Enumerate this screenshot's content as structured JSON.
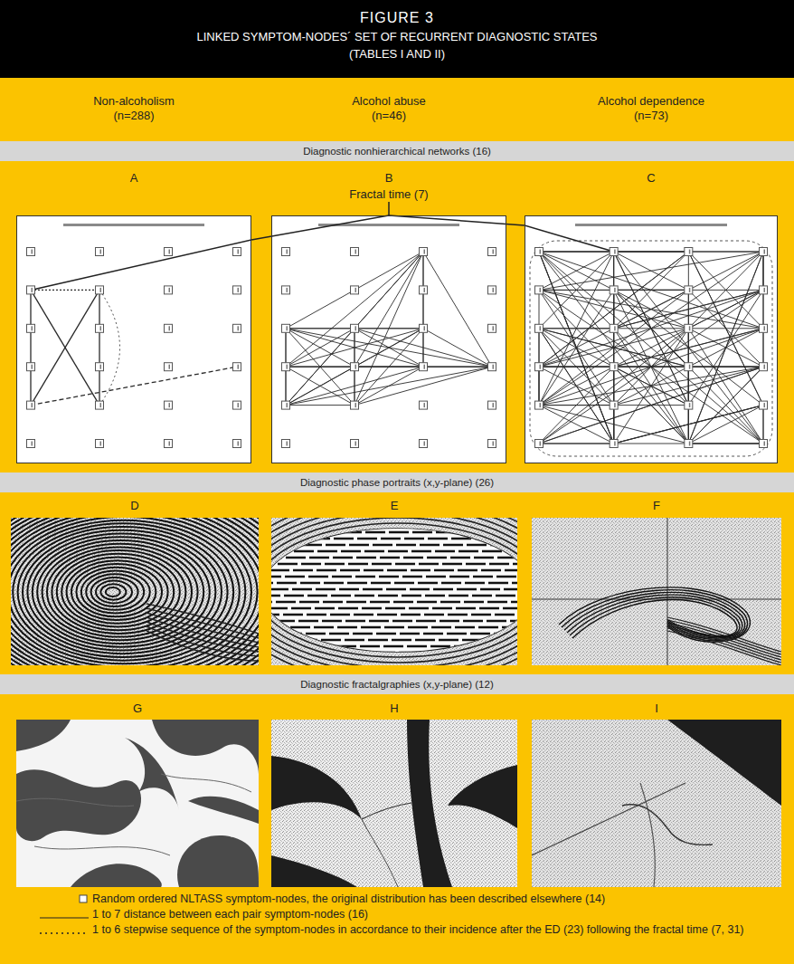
{
  "diagram": {
    "title": "FIGURE 3",
    "nodes": [
      {
        "text": [
          "Diagnostic nonhierarchical networks (16)"
        ]
      },
      {
        "text": [
          "A"
        ]
      },
      {
        "text": [
          "B",
          "Fractal time (7)"
        ]
      },
      {
        "text": [
          "C"
        ]
      },
      {
        "text": [
          "Diagnostic phase portraits (x,y-plane) (26)"
        ]
      },
      {
        "text": [
          "D"
        ]
      },
      {
        "text": [
          "E"
        ]
      },
      {
        "text": [
          "F"
        ]
      },
      {
        "text": [
          "Diagnostic fractalgraphies (x,y-plane) (12)"
        ]
      },
      {
        "text": [
          "G"
        ]
      },
      {
        "text": [
          "H"
        ]
      },
      {
        "text": [
          "I"
        ]
      }
    ],
    "edges": [
      {
        "from": 2,
        "to": 1,
        "arrow": "none"
      },
      {
        "from": 2,
        "to": 3,
        "arrow": "none"
      }
    ],
    "labels": [
      "LINKED SYMPTOM-NODES´ SET OF RECURRENT DIAGNOSTIC STATES",
      "(TABLES I AND II)",
      "Non-alcoholism (n=288)",
      "Alcohol abuse (n=46)",
      "Alcohol dependence (n=73)"
    ],
    "legend": [
      {
        "text": "Random ordered NLTASS symptom-nodes, the original distribution has been described elsewhere (14)"
      },
      {
        "text": "1 to 7 distance between each pair symptom-nodes (16)"
      },
      {
        "text": "1 to 6 stepwise sequence of the symptom-nodes in accordance to their incidence after the ED (23) following the fractal time (7, 31)"
      }
    ]
  }
}
